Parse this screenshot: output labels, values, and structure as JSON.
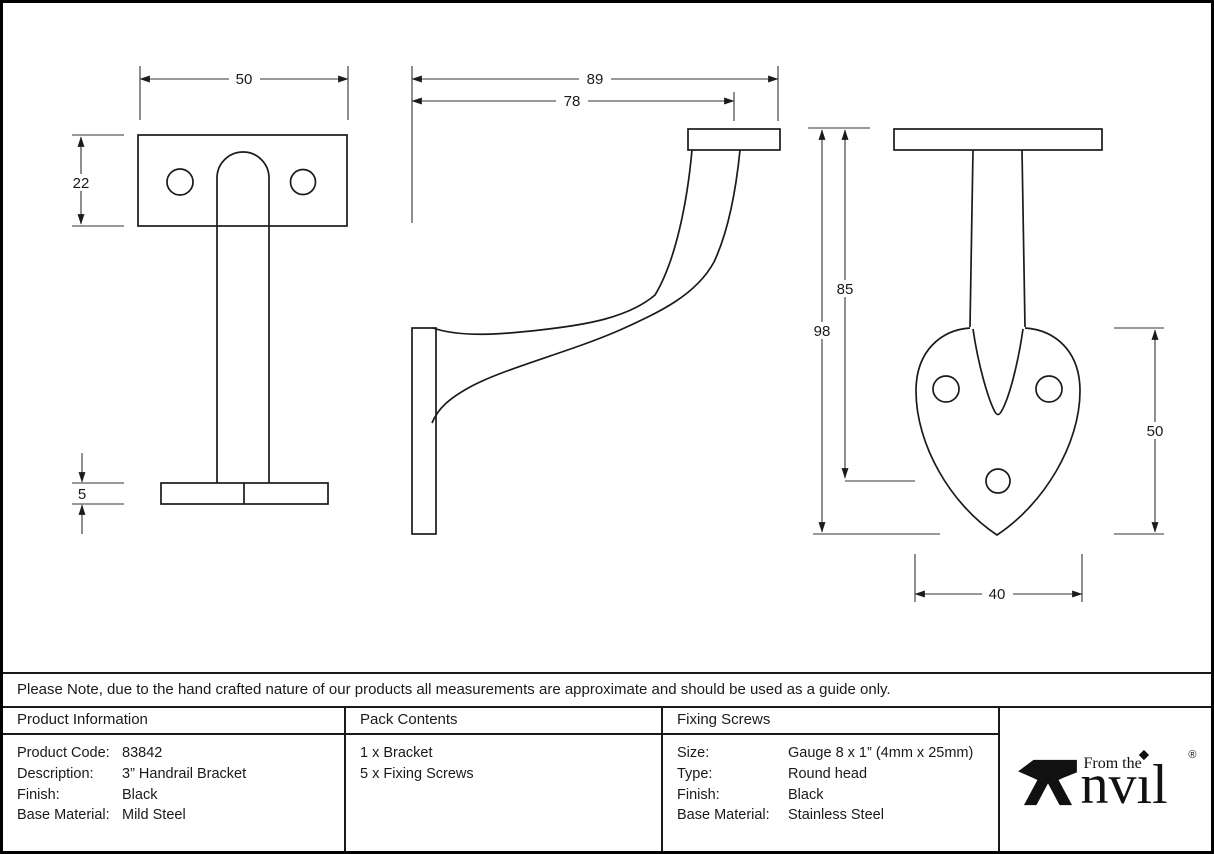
{
  "drawing": {
    "description": "Three orthographic technical views of a handrail bracket",
    "dims": {
      "front_width": "50",
      "front_plate_height": "22",
      "front_foot_thickness": "5",
      "side_total_depth": "89",
      "side_center_depth": "78",
      "end_total_height": "98",
      "end_hole_height": "85",
      "end_plate_length": "50",
      "end_base_width": "40"
    }
  },
  "note": {
    "text": "Please Note, due to the hand crafted nature of our products all measurements are approximate and should be used as a guide only."
  },
  "table": {
    "product_information": {
      "title": "Product Information",
      "rows": [
        {
          "label": "Product Code:",
          "value": "83842"
        },
        {
          "label": "Description:",
          "value": "3” Handrail Bracket"
        },
        {
          "label": "Finish:",
          "value": "Black"
        },
        {
          "label": "Base Material:",
          "value": "Mild Steel"
        }
      ]
    },
    "pack_contents": {
      "title": "Pack Contents",
      "items": [
        "1 x Bracket",
        "5 x Fixing Screws"
      ]
    },
    "fixing_screws": {
      "title": "Fixing Screws",
      "rows": [
        {
          "label": "Size:",
          "value": "Gauge 8 x 1” (4mm x 25mm)"
        },
        {
          "label": "Type:",
          "value": "Round head"
        },
        {
          "label": "Finish:",
          "value": "Black"
        },
        {
          "label": "Base Material:",
          "value": "Stainless Steel"
        }
      ]
    }
  },
  "logo": {
    "prefix": "From the",
    "word_pre": "nv",
    "word_i": "ı",
    "word_post": "l",
    "dot": "◆",
    "registered": "®"
  }
}
